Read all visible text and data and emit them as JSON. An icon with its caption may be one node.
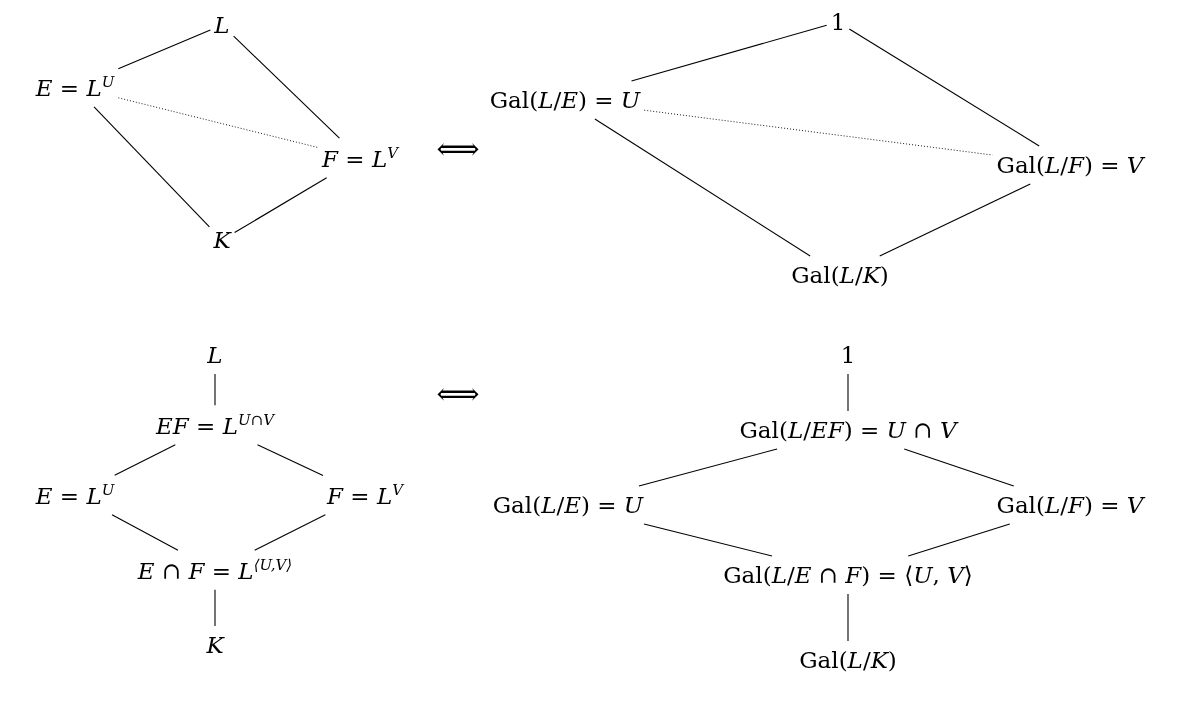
{
  "diagram": {
    "nodes": [
      {
        "text": [
          "*L*"
        ]
      },
      {
        "text": [
          "*E* = *L*$^{U}$"
        ]
      },
      {
        "text": [
          "*F* = *L*$^{V}$"
        ]
      },
      {
        "text": [
          "*K*"
        ]
      },
      {
        "text": [
          "1"
        ]
      },
      {
        "text": [
          "Gal(*L*/*E*) = *U*"
        ]
      },
      {
        "text": [
          "Gal(*L*/*F*) = *V*"
        ]
      },
      {
        "text": [
          "Gal(*L*/*K*)"
        ]
      },
      {
        "text": [
          "*L*"
        ]
      },
      {
        "text": [
          "*EF* = *L*$^{U∩V}$"
        ]
      },
      {
        "text": [
          "*E* = *L*$^{U}$"
        ]
      },
      {
        "text": [
          "*F* = *L*$^{V}$"
        ]
      },
      {
        "text": [
          "*E* ∩ *F* = *L*$^{⟨U,V⟩}$"
        ]
      },
      {
        "text": [
          "*K*"
        ]
      },
      {
        "text": [
          "1"
        ]
      },
      {
        "text": [
          "Gal(*L*/*EF*) = *U* ∩ *V*"
        ]
      },
      {
        "text": [
          "Gal(*L*/*E*) = *U*"
        ]
      },
      {
        "text": [
          "Gal(*L*/*F*) = *V*"
        ]
      },
      {
        "text": [
          "Gal(*L*/*E* ∩ *F*) = ⟨*U*, *V*⟩"
        ]
      },
      {
        "text": [
          "Gal(*L*/*K*)"
        ]
      }
    ],
    "edges": [
      {
        "from": 0,
        "to": 1,
        "arrow": "none"
      },
      {
        "from": 0,
        "to": 2,
        "arrow": "none"
      },
      {
        "from": 1,
        "to": 2,
        "arrow": "none",
        "style": "dashed"
      },
      {
        "from": 1,
        "to": 3,
        "arrow": "none"
      },
      {
        "from": 2,
        "to": 3,
        "arrow": "none"
      },
      {
        "from": 4,
        "to": 5,
        "arrow": "none"
      },
      {
        "from": 4,
        "to": 6,
        "arrow": "none"
      },
      {
        "from": 5,
        "to": 6,
        "arrow": "none",
        "style": "dashed"
      },
      {
        "from": 5,
        "to": 7,
        "arrow": "none"
      },
      {
        "from": 6,
        "to": 7,
        "arrow": "none"
      },
      {
        "from": 8,
        "to": 9,
        "arrow": "none"
      },
      {
        "from": 9,
        "to": 10,
        "arrow": "none"
      },
      {
        "from": 9,
        "to": 11,
        "arrow": "none"
      },
      {
        "from": 10,
        "to": 12,
        "arrow": "none"
      },
      {
        "from": 11,
        "to": 12,
        "arrow": "none"
      },
      {
        "from": 12,
        "to": 13,
        "arrow": "none"
      },
      {
        "from": 14,
        "to": 15,
        "arrow": "none"
      },
      {
        "from": 15,
        "to": 16,
        "arrow": "none"
      },
      {
        "from": 15,
        "to": 17,
        "arrow": "none"
      },
      {
        "from": 16,
        "to": 18,
        "arrow": "none"
      },
      {
        "from": 17,
        "to": 18,
        "arrow": "none"
      },
      {
        "from": 18,
        "to": 19,
        "arrow": "none"
      }
    ],
    "labels": [
      "⟺",
      "⟺"
    ]
  }
}
